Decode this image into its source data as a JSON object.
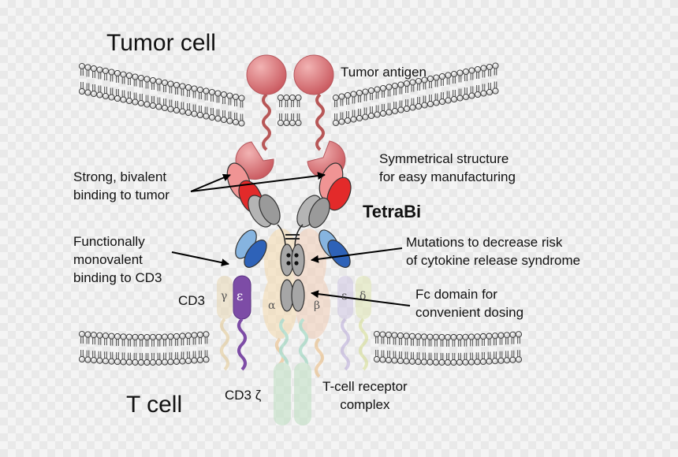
{
  "cells": {
    "tumor": "Tumor cell",
    "tcell": "T cell"
  },
  "labels": {
    "antigen": "Tumor antigen",
    "bivalent": [
      "Strong, bivalent",
      "binding to tumor"
    ],
    "symmetric": [
      "Symmetrical structure",
      "for easy manufacturing"
    ],
    "name": "TetraBi",
    "monovalent": [
      "Functionally",
      "monovalent",
      "binding to CD3"
    ],
    "mutations": [
      "Mutations to decrease risk",
      "of cytokine release syndrome"
    ],
    "fc": [
      "Fc domain for",
      "convenient dosing"
    ],
    "cd3": "CD3",
    "cd3z": "CD3 ζ",
    "tcr": [
      "T-cell receptor",
      "complex"
    ]
  },
  "symbols": {
    "gamma": "γ",
    "epsilon1": "ε",
    "alpha": "α",
    "beta": "β",
    "epsilon2": "ε",
    "delta": "δ"
  },
  "colors": {
    "antigen": "#cf6b72",
    "antigen_stalk": "#b85757",
    "vl_red": "#e32a2a",
    "vh_pink": "#f09494",
    "cd3_blue": "#2e62b8",
    "cd3_light": "#86b4e0",
    "fc_grey": "#9a9a9a",
    "tcr_alpha": "#f5d9ad",
    "tcr_beta": "#f2cdb5",
    "cd3e_purple": "#7d4ca6",
    "zeta_green": "#bfe0c2"
  }
}
